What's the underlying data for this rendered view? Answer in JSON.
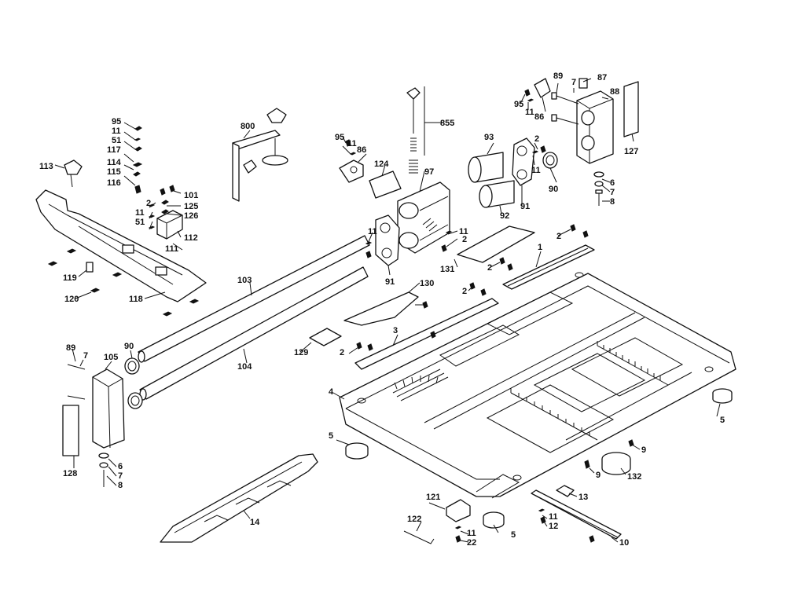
{
  "labels": {
    "l1": "1",
    "l2a": "2",
    "l2b": "2",
    "l2c": "2",
    "l2d": "2",
    "l2e": "2",
    "l2f": "2",
    "l2g": "2",
    "l3": "3",
    "l4": "4",
    "l5a": "5",
    "l5b": "5",
    "l5c": "5",
    "l6a": "6",
    "l6b": "6",
    "l7a": "7",
    "l7b": "7",
    "l7c": "7",
    "l7d": "7",
    "l8a": "8",
    "l8b": "8",
    "l9a": "9",
    "l9b": "9",
    "l10": "10",
    "l11a": "11",
    "l11b": "11",
    "l11c": "11",
    "l11d": "11",
    "l11e": "11",
    "l11f": "11",
    "l11g": "11",
    "l11h": "11",
    "l11i": "11",
    "l12": "12",
    "l13": "13",
    "l14": "14",
    "l22": "22",
    "l51a": "51",
    "l51b": "51",
    "l86a": "86",
    "l86b": "86",
    "l87": "87",
    "l88": "88",
    "l89a": "89",
    "l89b": "89",
    "l90a": "90",
    "l90b": "90",
    "l91a": "91",
    "l91b": "91",
    "l92": "92",
    "l93": "93",
    "l95a": "95",
    "l95b": "95",
    "l95c": "95",
    "l97": "97",
    "l101": "101",
    "l103": "103",
    "l104": "104",
    "l105": "105",
    "l111": "111",
    "l112": "112",
    "l113": "113",
    "l114": "114",
    "l115": "115",
    "l116": "116",
    "l117": "117",
    "l118": "118",
    "l119": "119",
    "l120": "120",
    "l121": "121",
    "l122": "122",
    "l124": "124",
    "l125": "125",
    "l126": "126",
    "l127": "127",
    "l128": "128",
    "l129": "129",
    "l130": "130",
    "l131": "131",
    "l132": "132",
    "l800": "800",
    "l855": "855"
  }
}
